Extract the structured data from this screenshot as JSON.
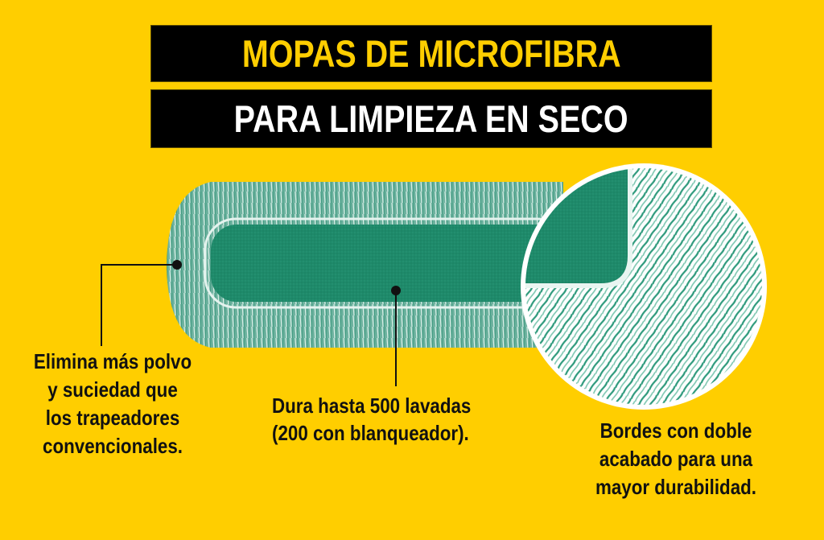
{
  "title": {
    "line1": "MOPAS DE MICROFIBRA",
    "line2": "PARA LIMPIEZA EN SECO"
  },
  "colors": {
    "background": "#FFCE00",
    "banner_bg": "#000000",
    "title_line1": "#FFCE00",
    "title_line2": "#FFFFFF",
    "mop_pad": "#1E8A6A",
    "mop_fringe": "#6FB3A0",
    "text": "#111111"
  },
  "product_image": {
    "description": "Green microfiber dust mop pad with fringe edges",
    "zoom_detail": "Close-up circle of double-finished fringe edge"
  },
  "callouts": {
    "left": {
      "lines": [
        "Elimina más polvo",
        "y suciedad que",
        "los trapeadores",
        "convencionales."
      ]
    },
    "middle": {
      "lines": [
        "Dura hasta 500 lavadas",
        "(200 con blanqueador)."
      ]
    },
    "right": {
      "lines": [
        "Bordes con doble",
        "acabado para una",
        "mayor durabilidad."
      ]
    }
  }
}
